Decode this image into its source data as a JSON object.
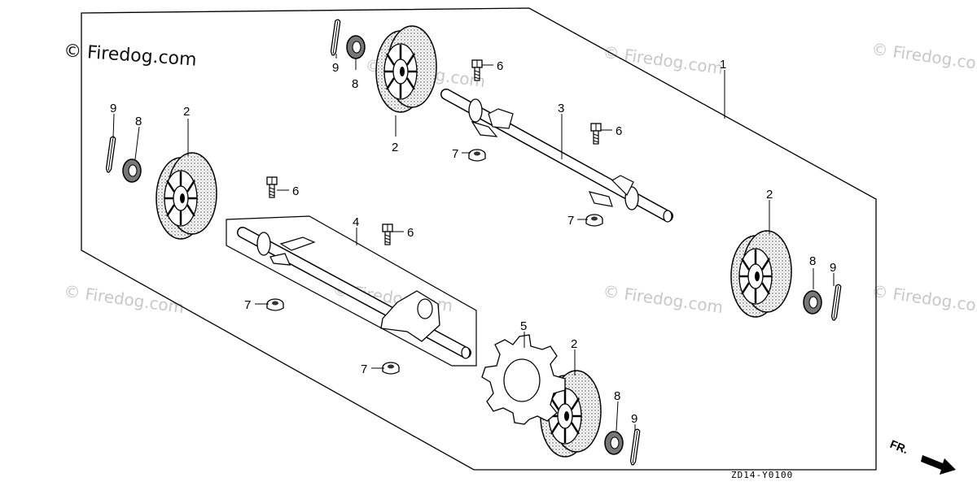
{
  "watermark": {
    "main": "© Firedog.com",
    "faint": "© Firedog.com"
  },
  "diagram_code": "ZD14-Y0100",
  "front_label": "FR.",
  "callouts": {
    "n1": "1",
    "n2": "2",
    "n3": "3",
    "n4": "4",
    "n5": "5",
    "n6": "6",
    "n7": "7",
    "n8": "8",
    "n9": "9"
  },
  "icons": {
    "wheel": "wheel-icon",
    "axle": "axle-icon",
    "bolt": "bolt-icon",
    "nut": "nut-icon",
    "washer": "washer-icon",
    "pin": "cotter-pin-icon",
    "arrow": "front-arrow-icon"
  }
}
